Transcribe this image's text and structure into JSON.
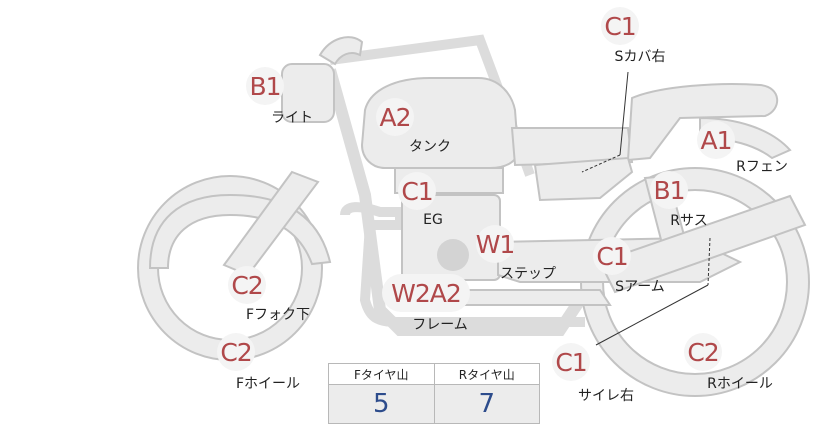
{
  "parts": [
    {
      "id": "light",
      "code": "B1",
      "label": "ライト"
    },
    {
      "id": "tank",
      "code": "A2",
      "label": "タンク"
    },
    {
      "id": "s-cover-r",
      "code": "C1",
      "label": "Sカバ右"
    },
    {
      "id": "r-fender",
      "code": "A1",
      "label": "Rフェン"
    },
    {
      "id": "engine",
      "code": "C1",
      "label": "EG"
    },
    {
      "id": "r-sus",
      "code": "B1",
      "label": "Rサス"
    },
    {
      "id": "step",
      "code": "W1",
      "label": "ステップ"
    },
    {
      "id": "s-arm",
      "code": "C1",
      "label": "Sアーム"
    },
    {
      "id": "f-fork",
      "code": "C2",
      "label": "Fフォク下"
    },
    {
      "id": "frame",
      "code": "W2A2",
      "label": "フレーム"
    },
    {
      "id": "f-wheel",
      "code": "C2",
      "label": "Fホイール"
    },
    {
      "id": "muffler",
      "code": "C1",
      "label": "サイレ右"
    },
    {
      "id": "r-wheel",
      "code": "C2",
      "label": "Rホイール"
    }
  ],
  "tread_table": {
    "headers": [
      "Fタイヤ山",
      "Rタイヤ山"
    ],
    "values": [
      "5",
      "7"
    ]
  }
}
